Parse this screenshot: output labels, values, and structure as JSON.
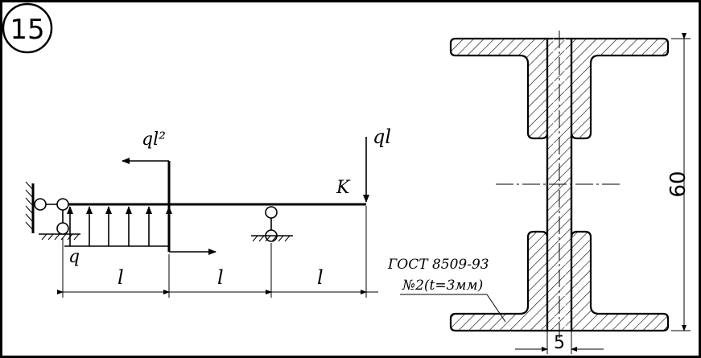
{
  "problem_number": "15",
  "beam": {
    "load_q": "q",
    "moment": "ql²",
    "force": "ql",
    "point": "K",
    "spans": [
      "l",
      "l",
      "l"
    ]
  },
  "section": {
    "height_dim": "60",
    "web_dim": "5",
    "standard_line1": "ГОСТ 8509-93",
    "standard_line2": "№2(t=3мм)"
  },
  "colors": {
    "ink": "#000000",
    "paper": "#ffffff"
  }
}
